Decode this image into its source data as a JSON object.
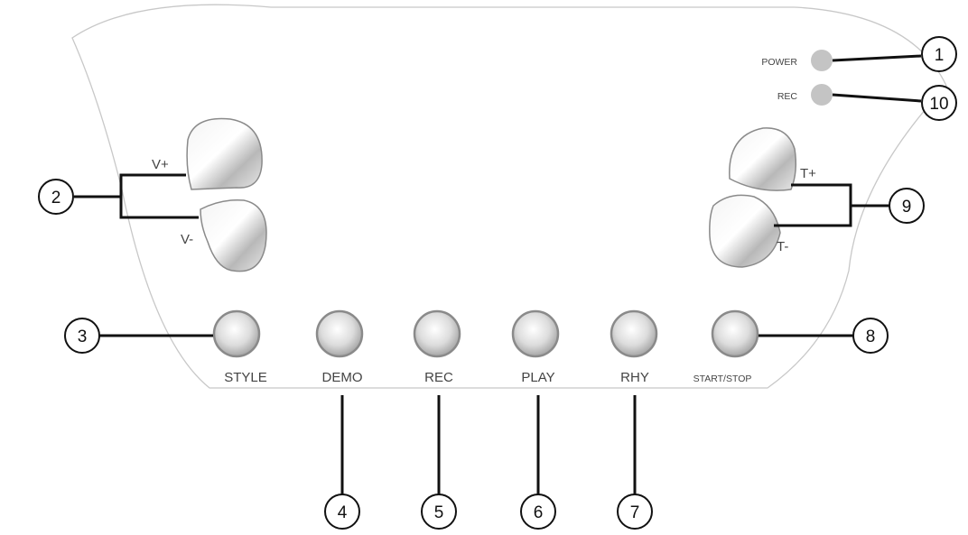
{
  "indicators": {
    "power_label": "POWER",
    "rec_label": "REC"
  },
  "volume": {
    "up_label": "V+",
    "down_label": "V-"
  },
  "tempo": {
    "up_label": "T+",
    "down_label": "T-"
  },
  "buttons": {
    "style": "STYLE",
    "demo": "DEMO",
    "rec": "REC",
    "play": "PLAY",
    "rhy": "RHY",
    "start_stop": "START/STOP"
  },
  "callouts": [
    "1",
    "2",
    "3",
    "4",
    "5",
    "6",
    "7",
    "8",
    "9",
    "10"
  ],
  "colors": {
    "panel_outline": "#c8c8c8",
    "led": "#c4c4c4",
    "button_ring": "#8a8a8a",
    "callout_line": "#111111"
  }
}
